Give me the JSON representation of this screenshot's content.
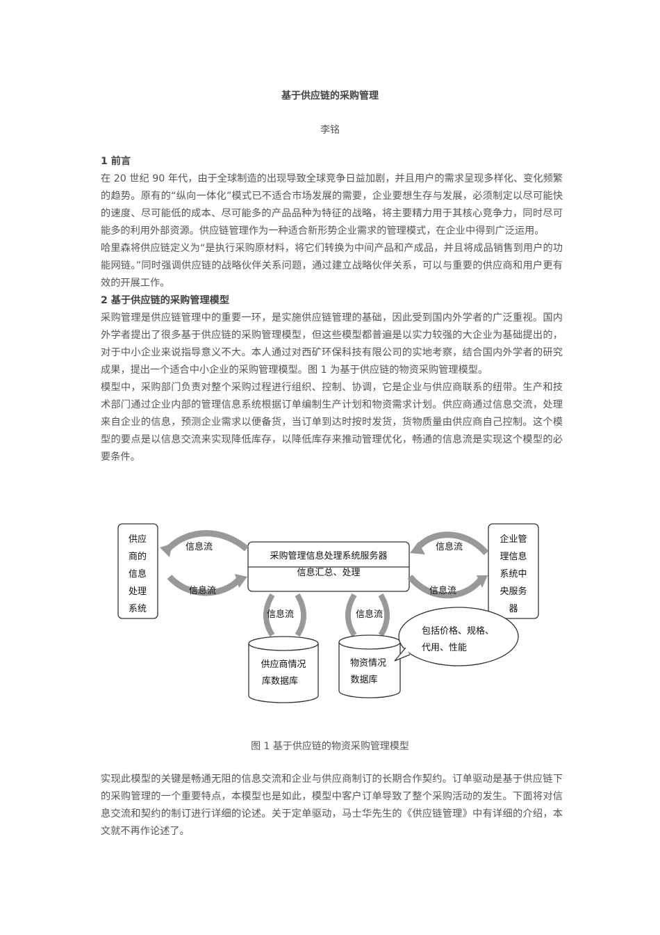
{
  "doc": {
    "title": "基于供应链的采购管理",
    "author": "李铭",
    "sections": [
      {
        "heading": "1 前言",
        "paragraphs": [
          "在 20 世纪 90 年代，由于全球制造的出现导致全球竞争日益加剧，并且用户的需求呈现多样化、变化频繁的趋势。原有的“纵向一体化”模式已不适合市场发展的需要，企业要想生存与发展，必须制定以尽可能快的速度、尽可能低的成本、尽可能多的产品品种为特征的战略，将主要精力用于其核心竞争力，同时尽可能多的利用外部资源。供应链管理作为一种适合新形势企业需求的管理模式，在企业中得到广泛运用。",
          "哈里森将供应链定义为“是执行采购原材料，将它们转换为中间产品和产成品，并且将成品销售到用户的功能网链。”同时强调供应链的战略伙伴关系问题，通过建立战略伙伴关系，可以与重要的供应商和用户更有效的开展工作。"
        ]
      },
      {
        "heading": "2 基于供应链的采购管理模型",
        "paragraphs": [
          "采购管理是供应链管理中的重要一环，是实施供应链管理的基础，因此受到国内外学者的广泛重视。国内外学者提出了很多基于供应链的采购管理模型，但这些模型都普遍是以实力较强的大企业为基础提出的，对于中小企业来说指导意义不大。本人通过对西矿环保科技有限公司的实地考察，结合国内外学者的研究成果，提出一个适合中小企业的采购管理模型。图 1 为基于供应链的物资采购管理模型。",
          "模型中，采购部门负责对整个采购过程进行组织、控制、协调，它是企业与供应商联系的纽带。生产和技术部门通过企业内部的管理信息系统根据订单编制生产计划和物资需求计划。供应商通过信息交流，处理来自企业的信息，预测企业需求以便备货，当订单到达时按时发货，货物质量由供应商自己控制。这个模型的要点是以信息交流来实现降低库存，以降低库存来推动管理优化，畅通的信息流是实现这个模型的必要条件。"
        ]
      }
    ],
    "figure": {
      "supplier_box": [
        "供应",
        "商的",
        "信息",
        "处理",
        "系统"
      ],
      "enterprise_box": [
        "企业管",
        "理信息",
        "系统中",
        "央服务",
        "器"
      ],
      "server_title": "采购管理信息处理系统服务器",
      "server_sub": "信息汇总、处理",
      "flow_label": "信息流",
      "db_supplier": [
        "供应商情况",
        "库数据库"
      ],
      "db_material": [
        "物资情况",
        "数据库"
      ],
      "callout": [
        "包括价格、规格、",
        "代用、性能"
      ],
      "caption": "图 1 基于供应链的物资采购管理模型"
    },
    "after_paragraph": "实现此模型的关键是畅通无阻的信息交流和企业与供应商制订的长期合作契约。订单驱动是基于供应链下的采购管理的一个重要特点，本模型也是如此，模型中客户订单导致了整个采购活动的发生。下面将对信息交流和契约的制订进行详细的论述。关于定单驱动，马士华先生的《供应链管理》中有详细的介绍，本文就不再作论述了。"
  }
}
